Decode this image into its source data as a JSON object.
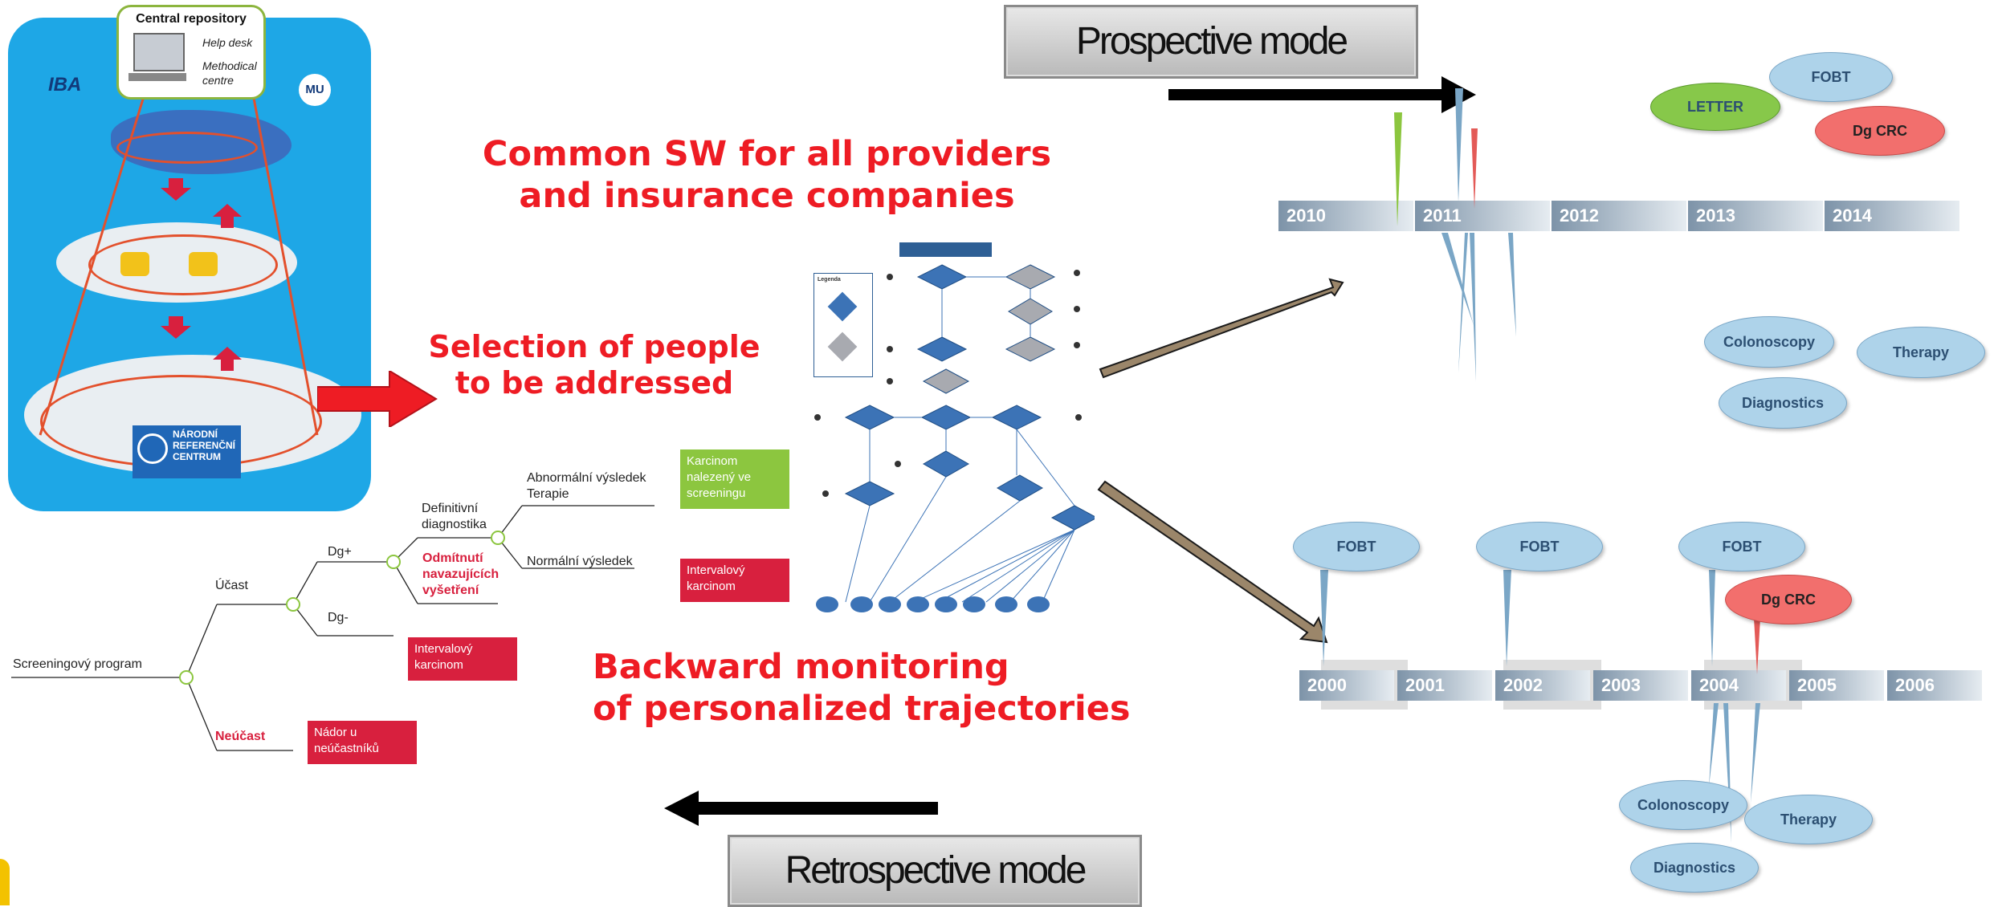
{
  "repository": {
    "title": "Central repository",
    "item1": "Help desk",
    "item2_line1": "Methodical",
    "item2_line2": "centre"
  },
  "logos": {
    "iba": "IBA",
    "mu": "MU"
  },
  "nrc": {
    "line1": "NÁRODNÍ",
    "line2": "REFERENČNÍ",
    "line3": "CENTRUM"
  },
  "headings": {
    "common_line1": "Common SW for all providers",
    "common_line2": "and insurance companies",
    "selection_line1": "Selection of people",
    "selection_line2": "to be addressed",
    "backward_line1": "Backward monitoring",
    "backward_line2": "of personalized trajectories"
  },
  "modes": {
    "prospective": "Prospective mode",
    "retrospective": "Retrospective mode"
  },
  "prospective": {
    "years": [
      "2010",
      "2011",
      "2012",
      "2013",
      "2014"
    ],
    "bubbles": {
      "letter": "LETTER",
      "fobt": "FOBT",
      "dg_crc": "Dg CRC",
      "colonoscopy": "Colonoscopy",
      "diagnostics": "Diagnostics",
      "therapy": "Therapy"
    }
  },
  "retrospective": {
    "years": [
      "2000",
      "2001",
      "2002",
      "2003",
      "2004",
      "2005",
      "2006"
    ],
    "bubbles": {
      "fobt1": "FOBT",
      "fobt2": "FOBT",
      "fobt3": "FOBT",
      "dg_crc": "Dg CRC",
      "colonoscopy": "Colonoscopy",
      "diagnostics": "Diagnostics",
      "therapy": "Therapy"
    }
  },
  "tree": {
    "root": "Screeningový program",
    "ucast": "Účast",
    "neucast": "Neúčast",
    "dg_plus": "Dg+",
    "dg_minus": "Dg-",
    "definitivni_1": "Definitivní",
    "definitivni_2": "diagnostika",
    "odmitnuti_1": "Odmítnutí",
    "odmitnuti_2": "navazujících",
    "odmitnuti_3": "vyšetření",
    "abnormalni": "Abnormální výsledek",
    "terapie": "Terapie",
    "normalni": "Normální výsledek",
    "box_karcinom_1": "Karcinom",
    "box_karcinom_2": "nalezený ve",
    "box_karcinom_3": "screeningu",
    "box_interval_a_1": "Intervalový",
    "box_interval_a_2": "karcinom",
    "box_interval_b_1": "Intervalový",
    "box_interval_b_2": "karcinom",
    "box_nador_1": "Nádor u",
    "box_nador_2": "neúčastníků"
  },
  "flowchart": {
    "legend": "Legenda"
  },
  "colors": {
    "red": "#ee1c24",
    "panel_blue": "#1ea7e6",
    "tree_red": "#d8203e",
    "tree_green": "#8cc63f"
  }
}
